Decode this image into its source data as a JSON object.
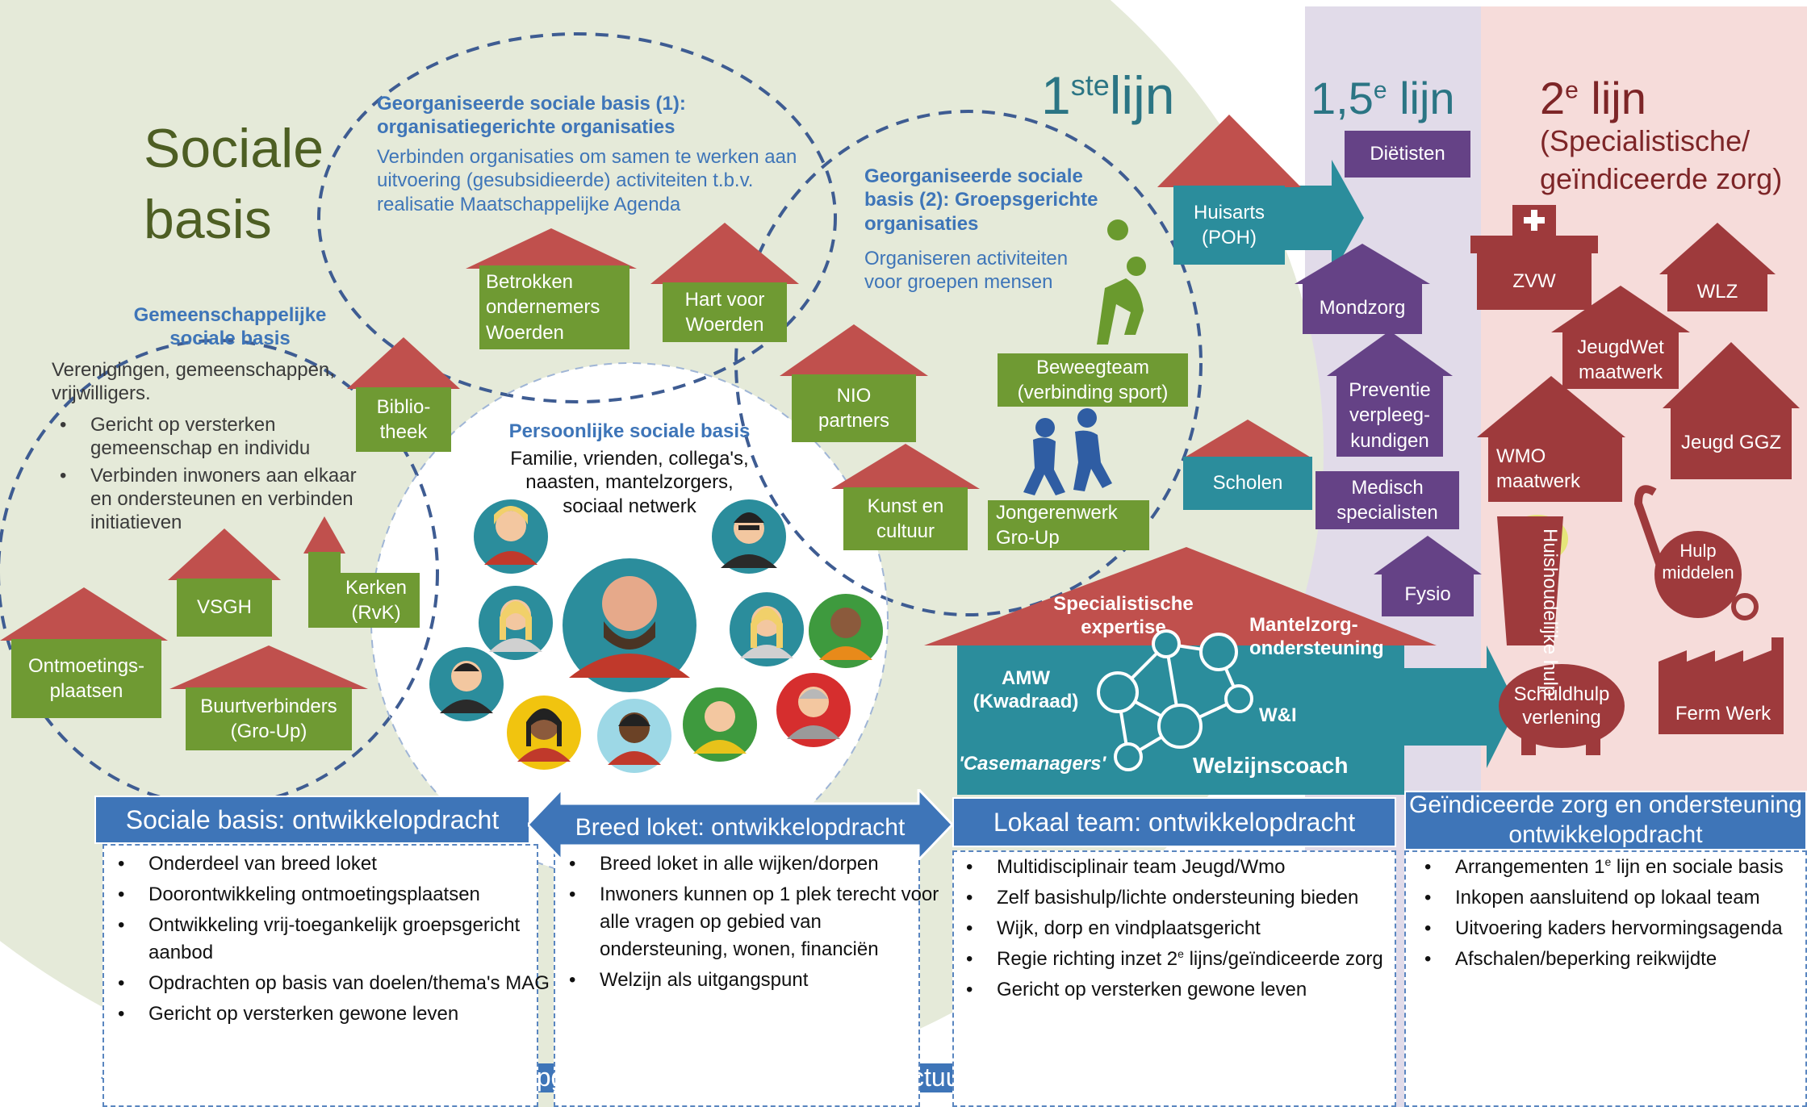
{
  "headers": {
    "lijn1": {
      "base": "1",
      "sup": "ste",
      "tail": "lijn"
    },
    "lijn15": {
      "base": "1,5",
      "sup": "e",
      "tail": " lijn"
    },
    "lijn2": {
      "base": "2",
      "sup": "e",
      "tail": " lijn"
    },
    "lijn2_sub": "(Specialistische/\ngeïndiceerde zorg)"
  },
  "sociale_basis_title": "Sociale\nbasis",
  "org1": {
    "heading": "Georganiseerde sociale basis (1):\norganisatiegerichte organisaties",
    "text": "Verbinden organisaties om samen te werken aan\nuitvoering (gesubsidieerde) activiteiten t.b.v.\nrealisatie Maatschappelijke Agenda"
  },
  "org2": {
    "heading": "Georganiseerde sociale\nbasis (2): Groepsgerichte\norganisaties",
    "text": "Organiseren activiteiten\nvoor groepen mensen"
  },
  "gemeenschap": {
    "heading": "Gemeenschappelijke\nsociale basis",
    "intro": "Verenigingen, gemeenschappen,\nvrijwilligers.",
    "bullets": [
      "Gericht op versterken\ngemeenschap en individu",
      "Verbinden inwoners aan elkaar\nen ondersteunen en verbinden\ninitiatieven"
    ]
  },
  "persoonlijk": {
    "heading": "Persoonlijke sociale basis",
    "text": "Familie, vrienden, collega's,\nnaasten, mantelzorgers,\nsociaal netwerk"
  },
  "houses": {
    "betrokken": "Betrokken\nondernemers\nWoerden",
    "hart": "Hart voor\nWoerden",
    "bibliotheek": "Biblio-\ntheek",
    "nio": "NIO\npartners",
    "kunst": "Kunst en\ncultuur",
    "vsgh": "VSGH",
    "kerken": "Kerken\n(RvK)",
    "ontmoeting": "Ontmoetings-\nplaatsen",
    "buurtverbinders": "Buurtverbinders\n(Gro-Up)",
    "beweegteam": "Beweegteam\n(verbinding sport)",
    "jongerenwerk": "Jongerenwerk\nGro-Up",
    "huisarts": "Huisarts\n(POH)",
    "scholen": "Scholen"
  },
  "lokaal": {
    "specialistisch": "Specialistische\nexpertise",
    "mantelzorg": "Mantelzorg-\nondersteuning",
    "amw": "AMW\n(Kwadraad)",
    "wi": "W&I",
    "casemanagers": "'Casemanagers'",
    "welzijnscoach": "Welzijnscoach"
  },
  "purple": {
    "dietisten": "Diëtisten",
    "mondzorg": "Mondzorg",
    "preventie": "Preventie\nverpleeg-\nkundigen",
    "medisch": "Medisch\nspecialisten",
    "fysio": "Fysio"
  },
  "red": {
    "zvw": "ZVW",
    "wlz": "WLZ",
    "jeugdwet": "JeugdWet\nmaatwerk",
    "jeugdggz": "Jeugd GGZ",
    "wmo": "WMO\nmaatwerk",
    "huishoudelijk": "Huishoudelijke hulp",
    "hulpmiddelen": "Hulp\nmiddelen",
    "schuldhulp": "Schuldhulp\nverlening",
    "ferm": "Ferm Werk"
  },
  "banners": {
    "sociale_basis": "Sociale basis: ontwikkelopdracht",
    "breed_loket": "Breed loket: ontwikkelopdracht",
    "lokaal_team": "Lokaal team: ontwikkelopdracht",
    "geindiceerd": "Geïndiceerde zorg en ondersteuning\nontwikkelopdracht"
  },
  "lists": {
    "sociale_basis": [
      "Onderdeel van breed loket",
      "Doorontwikkeling ontmoetingsplaatsen",
      "Ontwikkeling vrij-toegankelijk groepsgericht aanbod",
      "Opdrachten op basis van doelen/thema's MAG",
      "Gericht op versterken gewone leven"
    ],
    "breed_loket": [
      "Breed loket in alle wijken/dorpen",
      "Inwoners kunnen op 1 plek terecht voor alle vragen op gebied van ondersteuning, wonen, financiën",
      "Welzijn als uitgangspunt"
    ],
    "lokaal_team": [
      "Multidisciplinair team Jeugd/Wmo",
      "Zelf basishulp/lichte ondersteuning bieden",
      "Wijk, dorp en vindplaatsgericht",
      "Gericht op versterken gewone leven"
    ],
    "lokaal_team_regie": {
      "a": "Regie richting inzet 2",
      "sup": "e",
      "b": " lijns/geïndiceerde zorg"
    },
    "geindiceerd_first": {
      "a": "Arrangementen 1",
      "sup": "e",
      "b": " lijn en sociale basis"
    },
    "geindiceerd": [
      "Inkopen aansluitend op lokaal team",
      "Uitvoering kaders hervormingsagenda",
      "Afschalen/beperking reikwijdte"
    ]
  },
  "opgave": "Opgave sterke ondersteuningsstructuur"
}
